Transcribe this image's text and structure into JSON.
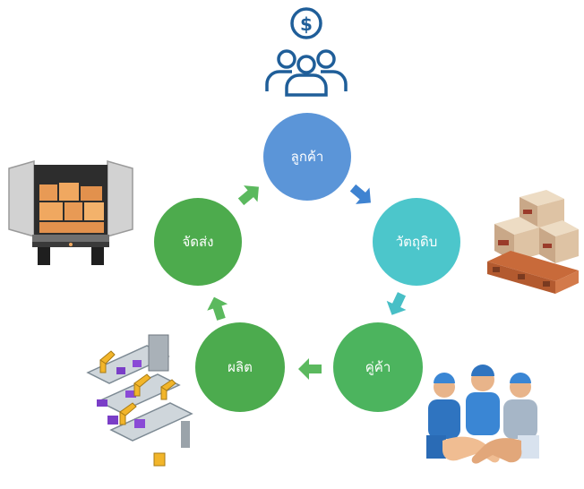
{
  "nodes": {
    "customer": {
      "label": "ลูกค้า",
      "color": "#5b95d8"
    },
    "raw_material": {
      "label": "วัตถุดิบ",
      "color": "#4cc6cb"
    },
    "partner": {
      "label": "คู่ค้า",
      "color": "#4cb45e"
    },
    "production": {
      "label": "ผลิต",
      "color": "#4cab4e"
    },
    "delivery": {
      "label": "จัดส่ง",
      "color": "#4dab4d"
    }
  },
  "icons": {
    "customers": "customers-dollar-icon",
    "truck": "delivery-truck-icon",
    "boxes": "boxes-pallet-icon",
    "factory": "factory-robot-arms-icon",
    "handshake": "handshake-partners-icon"
  },
  "colors": {
    "arrow_blue": "#3f83d1",
    "arrow_teal": "#48bfc6",
    "arrow_green": "#5bb95e",
    "icon_navy": "#1f5e99"
  }
}
